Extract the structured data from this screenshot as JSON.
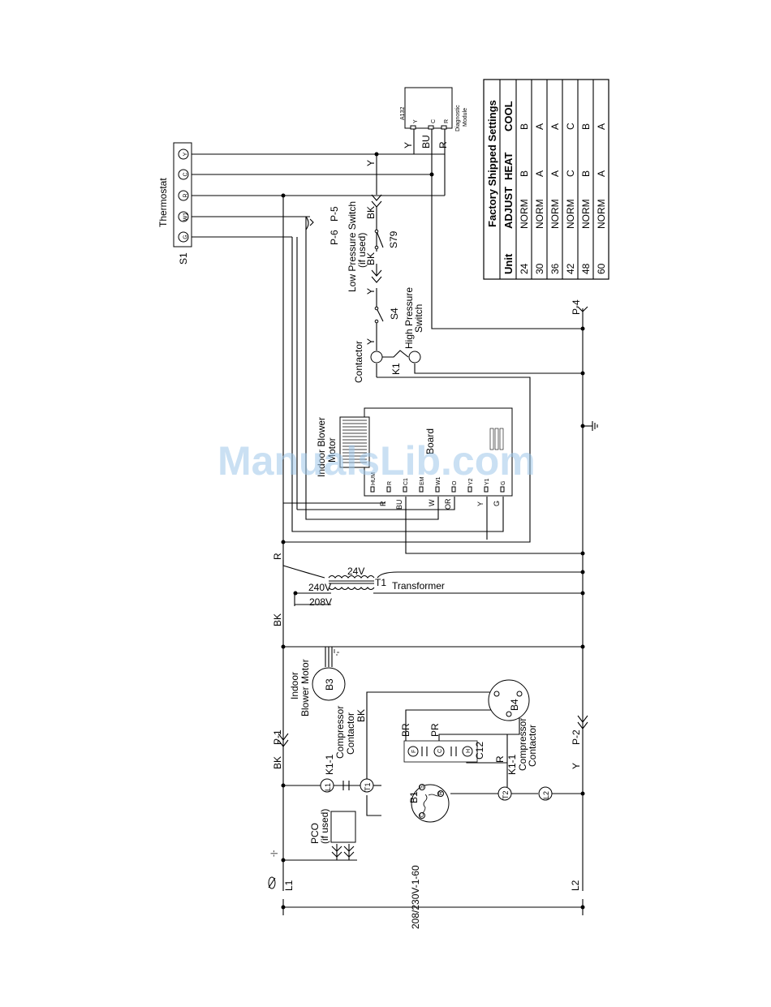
{
  "thermostat": {
    "label": "Thermostat",
    "ref": "S1",
    "terminals": [
      "G",
      "W1",
      "R",
      "C",
      "Y"
    ]
  },
  "plugs": {
    "p6": "P-6",
    "p5": "P-5",
    "p4": "P-4",
    "p1": "P-1",
    "p2": "P-2"
  },
  "diagnostic_module": {
    "ref": "A132",
    "label_line1": "Diagnostic",
    "label_line2": "Module",
    "terminals": [
      "Y",
      "C",
      "R"
    ]
  },
  "wire_colors": {
    "y": "Y",
    "bu": "BU",
    "r": "R",
    "bk": "BK",
    "br": "BR",
    "pr": "PR",
    "w": "W",
    "or": "OR",
    "g": "G"
  },
  "low_pressure_switch": {
    "line1": "Low Pressure Switch",
    "line2": "(if used)",
    "ref": "S79"
  },
  "high_pressure_switch": {
    "line1": "High Pressure",
    "line2": "Switch",
    "ref": "S4"
  },
  "contactor": {
    "label": "Contactor",
    "ref": "K1"
  },
  "control_board": {
    "motor_line1": "Indoor Blower",
    "motor_line2": "Motor",
    "board_label": "Board",
    "terminals": [
      "HUM",
      "R",
      "C1",
      "EM",
      "W1",
      "O",
      "Y2",
      "Y1",
      "G"
    ]
  },
  "transformer": {
    "label": "Transformer",
    "ref": "T1",
    "secondary": "24V",
    "tap_240": "240V",
    "tap_208": "208V"
  },
  "blower_motor": {
    "line1": "Indoor",
    "line2": "Blower Motor",
    "ref": "B3"
  },
  "compressor_contactor": {
    "ref": "K1-1",
    "line1": "Compressor",
    "line2": "Contactor",
    "l1": "L1",
    "t1": "T1",
    "t2": "T2",
    "l2": "L2"
  },
  "compressor": {
    "ref": "B1",
    "pins": [
      "C",
      "S",
      "R"
    ]
  },
  "fan": {
    "ref": "B4"
  },
  "capacitor": {
    "ref": "C12",
    "terminals": [
      "F",
      "C",
      "H"
    ]
  },
  "pco": {
    "line1": "PCO",
    "line2": "(if used)"
  },
  "power": {
    "l1": "L1",
    "l2": "L2",
    "supply": "208/230V-1-60"
  },
  "settings_table": {
    "title": "Factory Shipped Settings",
    "headers": [
      "Unit",
      "ADJUST",
      "HEAT",
      "COOL"
    ],
    "rows": [
      [
        "24",
        "NORM",
        "B",
        "B"
      ],
      [
        "30",
        "NORM",
        "A",
        "A"
      ],
      [
        "36",
        "NORM",
        "A",
        "A"
      ],
      [
        "42",
        "NORM",
        "C",
        "C"
      ],
      [
        "48",
        "NORM",
        "B",
        "B"
      ],
      [
        "60",
        "NORM",
        "A",
        "A"
      ]
    ]
  },
  "watermark": "ManualsLib.com"
}
